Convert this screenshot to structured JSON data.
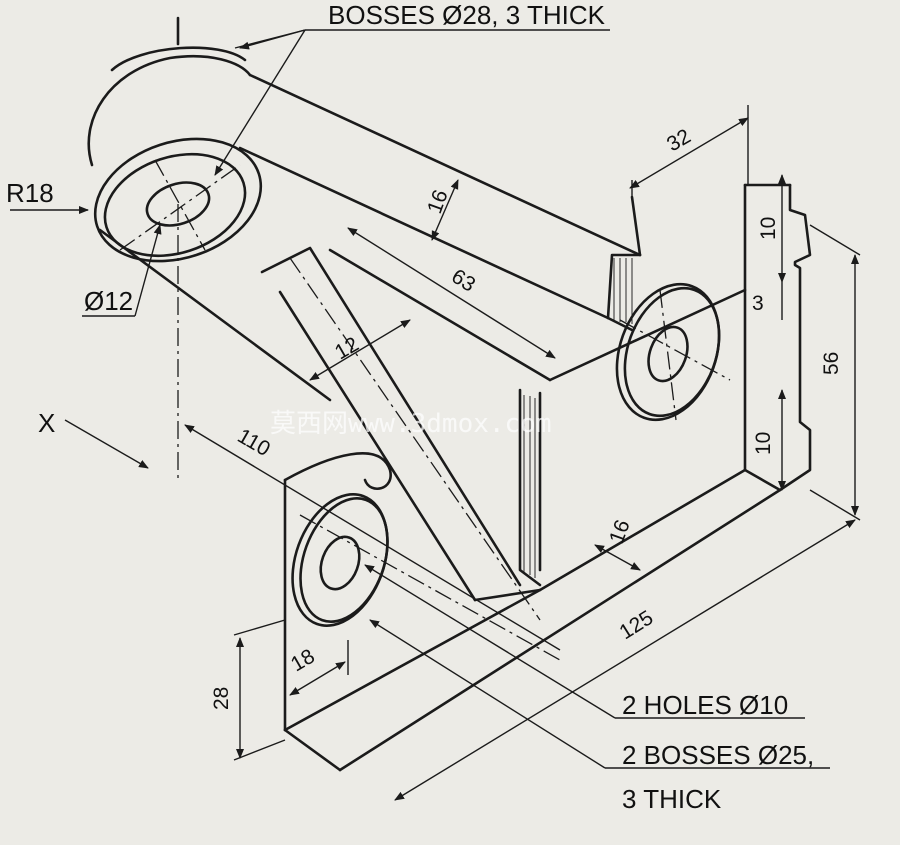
{
  "labels": {
    "bosses_top": "BOSSES Ø28, 3 THICK",
    "r18": "R18",
    "d12": "Ø12",
    "x_view": "X",
    "holes": "2 HOLES Ø10",
    "bosses_line1": "2 BOSSES Ø25,",
    "bosses_line2": "3 THICK"
  },
  "dimensions": {
    "d32": "32",
    "d16_arm": "16",
    "d63": "63",
    "d12_rib": "12",
    "d110": "110",
    "d10_top": "10",
    "d3": "3",
    "d56": "56",
    "d10_bottom": "10",
    "d16_base": "16",
    "d125": "125",
    "d18": "18",
    "d28": "28"
  },
  "watermark": "莫西网www.3dmox.com"
}
